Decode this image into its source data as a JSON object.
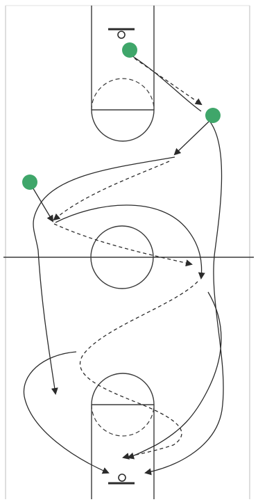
{
  "diagram": {
    "type": "basketball-full-court-drill",
    "colors": {
      "background": "#ffffff",
      "court_line": "#3a3a3a",
      "outer_border": "#cfcfcf",
      "player": "#3fa66a",
      "path": "#2b2b2b"
    },
    "players": [
      {
        "id": "player-1",
        "icon": "green-circle"
      },
      {
        "id": "player-2",
        "icon": "green-circle"
      },
      {
        "id": "player-3",
        "icon": "green-circle"
      }
    ],
    "paths": [
      {
        "id": "pass-1",
        "style": "dashed",
        "arrow": "filled"
      },
      {
        "id": "cut-1",
        "style": "solid",
        "arrow": "filled"
      },
      {
        "id": "dribble-weave-1",
        "style": "solid",
        "arrow": "filled"
      },
      {
        "id": "pass-2",
        "style": "dashed",
        "arrow": "filled"
      },
      {
        "id": "pass-3",
        "style": "dashed",
        "arrow": "filled"
      },
      {
        "id": "pass-4",
        "style": "dashed",
        "arrow": "filled"
      },
      {
        "id": "cut-2",
        "style": "solid",
        "arrow": "filled"
      },
      {
        "id": "cut-3",
        "style": "solid",
        "arrow": "filled"
      },
      {
        "id": "cut-4",
        "style": "solid",
        "arrow": "filled"
      }
    ]
  }
}
